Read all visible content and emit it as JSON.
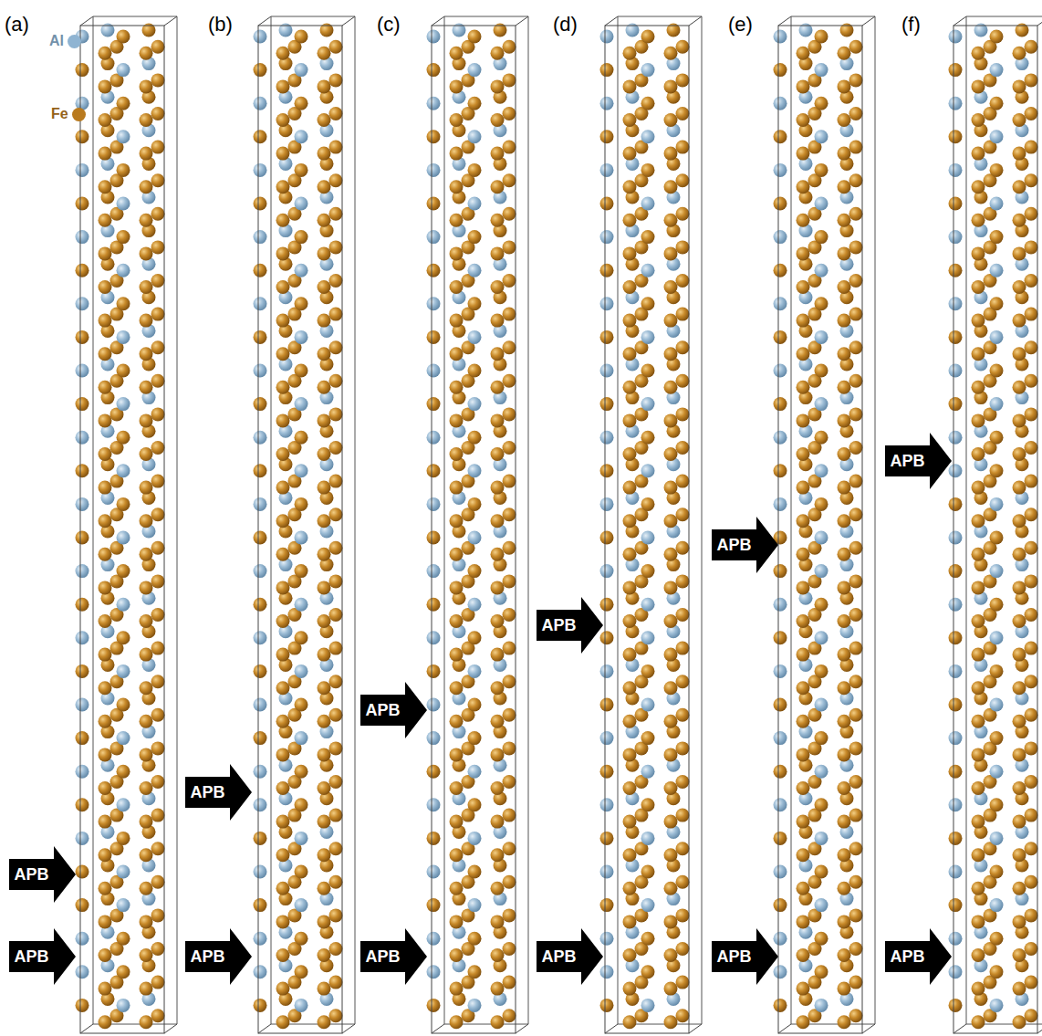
{
  "diagram": {
    "nodes": [
      {
        "text": [
          "APB"
        ]
      },
      {
        "text": [
          "APB"
        ]
      },
      {
        "text": [
          "APB"
        ]
      },
      {
        "text": [
          "APB"
        ]
      },
      {
        "text": [
          "APB"
        ]
      },
      {
        "text": [
          "APB"
        ]
      },
      {
        "text": [
          "APB"
        ]
      },
      {
        "text": [
          "APB"
        ]
      },
      {
        "text": [
          "APB"
        ]
      },
      {
        "text": [
          "APB"
        ]
      },
      {
        "text": [
          "APB"
        ]
      },
      {
        "text": [
          "APB"
        ]
      }
    ],
    "labels": [
      "(a)",
      "(b)",
      "(c)",
      "(d)",
      "(e)",
      "(f)"
    ],
    "legend": [
      {
        "text": "Al",
        "color": "#8fb4d2"
      },
      {
        "text": "Fe",
        "color": "#b97a1e"
      }
    ]
  }
}
